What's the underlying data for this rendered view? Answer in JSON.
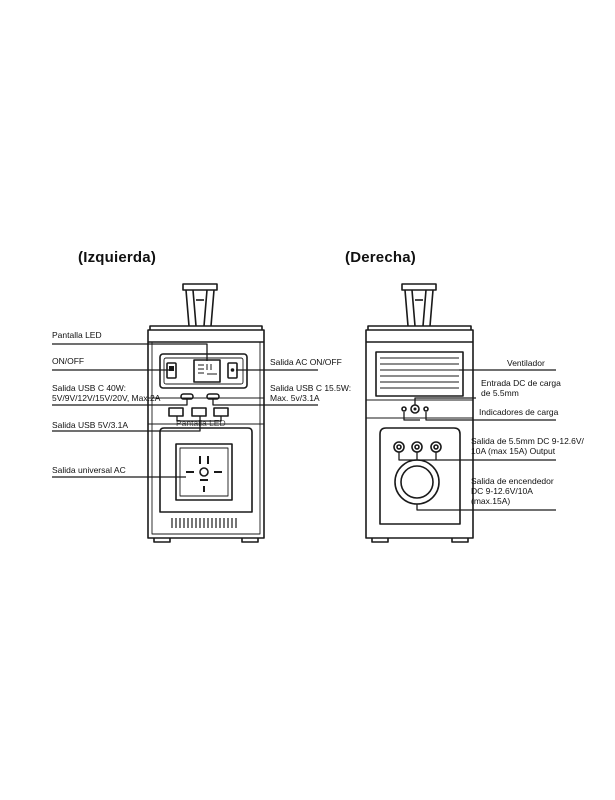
{
  "headings": {
    "left": "(Izquierda)",
    "right": "(Derecha)"
  },
  "left_labels": {
    "pantalla_led": "Pantalla LED",
    "on_off": "ON/OFF",
    "usb_c_40w": [
      "Salida USB C 40W:",
      "5V/9V/12V/15V/20V, Max.2A"
    ],
    "usb_5v": "Salida USB 5V/3.1A",
    "universal_ac": "Salida universal AC",
    "ac_on_off": "Salida AC ON/OFF",
    "usb_c_15w": [
      "Salida USB C 15.5W:",
      "Max. 5v/3.1A"
    ],
    "pantalla_overlap": "Pantalla LED"
  },
  "right_labels": {
    "ventilador": "Ventilador",
    "dc_input": [
      "Entrada  DC de carga",
      "de 5.5mm"
    ],
    "indicators": "Indicadores de carga",
    "dc_output": [
      "Salida de 5.5mm DC 9-12.6V/",
      "10A (max 15A) Output"
    ],
    "lighter": [
      "Salida de encendedor",
      "DC 9-12.6V/10A",
      "(max.15A)"
    ]
  },
  "colors": {
    "line": "#1a1a1a",
    "background": "#ffffff"
  }
}
